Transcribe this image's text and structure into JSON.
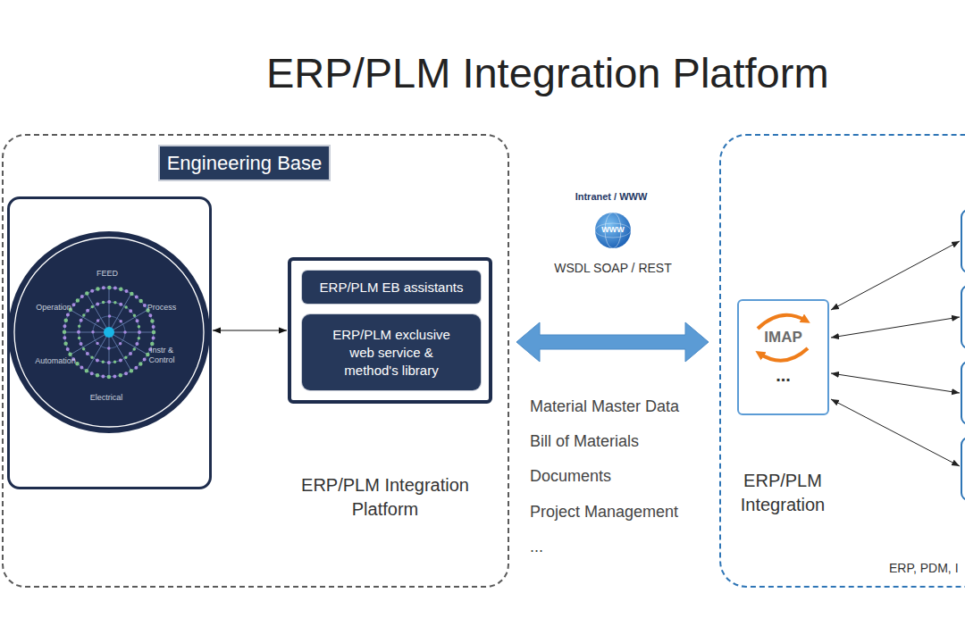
{
  "diagram": {
    "title": "ERP/PLM Integration Platform",
    "nodes": [
      {
        "text": [
          "Engineering Base"
        ]
      },
      {
        "text": [
          "FEED",
          "Process",
          "Instr & Control",
          "Electrical",
          "Automation",
          "Operation"
        ],
        "in": 0
      },
      {
        "text": [
          "ERP/PLM Integration Platform"
        ],
        "in": 0
      },
      {
        "text": [
          "ERP/PLM EB assistants"
        ],
        "in": 2
      },
      {
        "text": [
          "ERP/PLM exclusive web service & method's library"
        ],
        "in": 2
      },
      {
        "text": [
          "ERP, PDM, I"
        ]
      },
      {
        "text": [
          "IMAP",
          "...",
          "ERP/PLM Integration"
        ],
        "in": 5
      }
    ],
    "edges": [
      {
        "from": 1,
        "to": 2,
        "arrow": "both"
      },
      {
        "from": 0,
        "to": 5,
        "arrow": "both"
      }
    ],
    "labels": [
      "Intranet / WWW",
      "WWW",
      "WSDL SOAP / REST",
      "Material Master Data",
      "Bill of Materials",
      "Documents",
      "Project Management",
      "..."
    ]
  }
}
